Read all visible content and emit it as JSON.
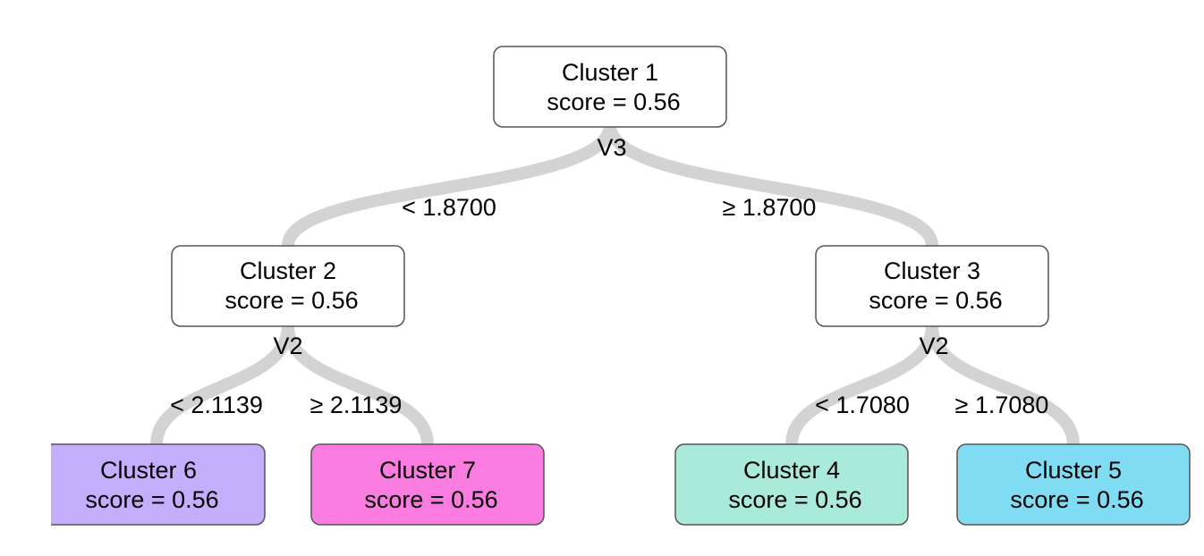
{
  "nodes": [
    {
      "id": "cluster-1",
      "title": "Cluster 1",
      "score": "score = 0.56",
      "fill": "#ffffff"
    },
    {
      "id": "cluster-2",
      "title": "Cluster 2",
      "score": "score = 0.56",
      "fill": "#ffffff"
    },
    {
      "id": "cluster-3",
      "title": "Cluster 3",
      "score": "score = 0.56",
      "fill": "#ffffff"
    },
    {
      "id": "cluster-6",
      "title": "Cluster 6",
      "score": "score = 0.56",
      "fill": "#c3aefc"
    },
    {
      "id": "cluster-7",
      "title": "Cluster 7",
      "score": "score = 0.56",
      "fill": "#fb7ce0"
    },
    {
      "id": "cluster-4",
      "title": "Cluster 4",
      "score": "score = 0.56",
      "fill": "#a9eadb"
    },
    {
      "id": "cluster-5",
      "title": "Cluster 5",
      "score": "score = 0.56",
      "fill": "#7fdcf2"
    }
  ],
  "splits": [
    {
      "id": "split-1",
      "variable": "V3",
      "left_label": "< 1.8700",
      "right_label": "≥ 1.8700"
    },
    {
      "id": "split-2",
      "variable": "V2",
      "left_label": "< 2.1139",
      "right_label": "≥ 2.1139"
    },
    {
      "id": "split-3",
      "variable": "V2",
      "left_label": "< 1.7080",
      "right_label": "≥ 1.7080"
    }
  ],
  "colors": {
    "branch": "#d3d3d3",
    "node_border": "#555555"
  }
}
